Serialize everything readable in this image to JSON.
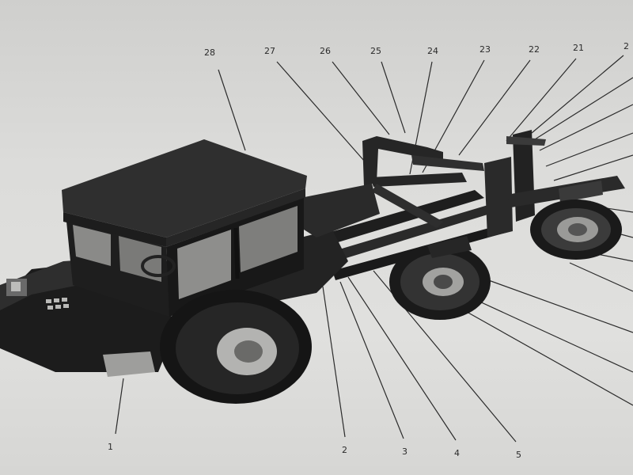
{
  "figure": {
    "part_numbers_top": [
      "28",
      "27",
      "26",
      "25",
      "24",
      "23",
      "22",
      "21",
      "2"
    ],
    "part_numbers_bottom": [
      "1",
      "2",
      "3",
      "4",
      "5"
    ]
  },
  "colors": {
    "paper": "#dcdcda",
    "ink": "#1c1c1c",
    "line": "#2b2b2b"
  }
}
